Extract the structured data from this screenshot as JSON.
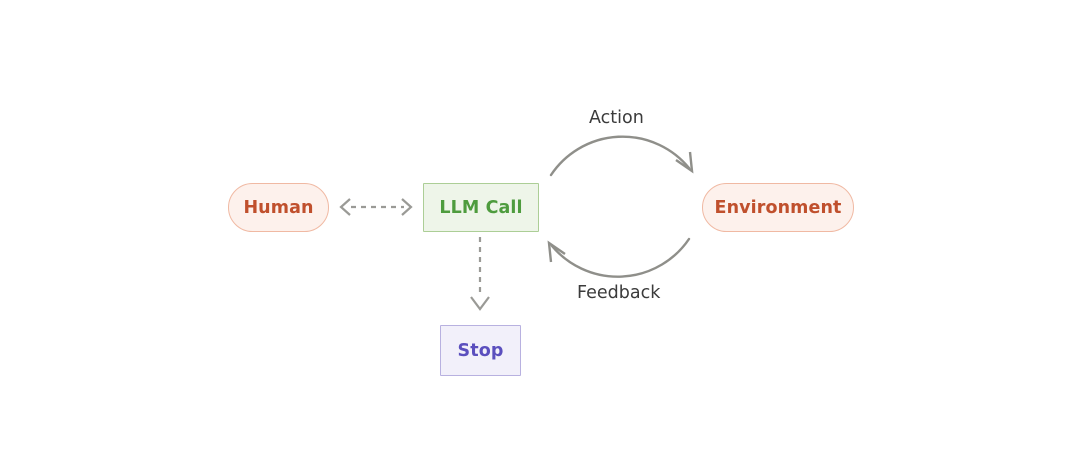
{
  "diagram": {
    "title": "Agent loop: LLM call, environment, human, stop",
    "background": "#ffffff",
    "nodes": [
      {
        "id": "human",
        "label": "Human",
        "shape": "pill",
        "fill": "#fdf1ec",
        "border": "#f0b9a3",
        "text_color": "#c0502d"
      },
      {
        "id": "llm_call",
        "label": "LLM Call",
        "shape": "rectangle",
        "fill": "#eef5e9",
        "border": "#acce96",
        "text_color": "#4e9c3e"
      },
      {
        "id": "environment",
        "label": "Environment",
        "shape": "pill",
        "fill": "#fdf1ec",
        "border": "#f0b9a3",
        "text_color": "#c0502d"
      },
      {
        "id": "stop",
        "label": "Stop",
        "shape": "rectangle",
        "fill": "#f2f0fa",
        "border": "#b8b1e0",
        "text_color": "#5b4fbe"
      }
    ],
    "edges": [
      {
        "id": "action",
        "label": "Action",
        "from": "llm_call",
        "to": "environment",
        "style": "solid-curved",
        "color": "#8f8f8a",
        "arrowheads": "end"
      },
      {
        "id": "feedback",
        "label": "Feedback",
        "from": "environment",
        "to": "llm_call",
        "style": "solid-curved",
        "color": "#8f8f8a",
        "arrowheads": "end"
      },
      {
        "id": "human_llm",
        "label": "",
        "from": "human",
        "to": "llm_call",
        "style": "dashed",
        "color": "#9a9a96",
        "arrowheads": "both"
      },
      {
        "id": "llm_stop",
        "label": "",
        "from": "llm_call",
        "to": "stop",
        "style": "dashed",
        "color": "#9a9a96",
        "arrowheads": "end"
      }
    ]
  }
}
